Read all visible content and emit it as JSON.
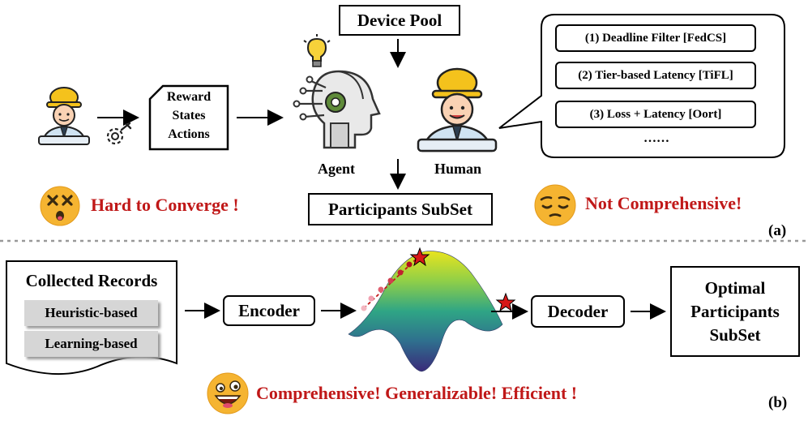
{
  "part_a": {
    "device_pool": "Device Pool",
    "reward_states_actions": [
      "Reward",
      "States",
      "Actions"
    ],
    "agent_label": "Agent",
    "human_label": "Human",
    "participants_subset": "Participants SubSet",
    "methods": [
      "(1)  Deadline Filter [FedCS]",
      "(2)  Tier-based Latency [TiFL]",
      "(3)  Loss + Latency [Oort]"
    ],
    "methods_more": "……",
    "hard_to_converge": "Hard to Converge !",
    "not_comprehensive": "Not Comprehensive!",
    "panel_label": "(a)"
  },
  "part_b": {
    "collected_records": "Collected Records",
    "heuristic_based": "Heuristic-based",
    "learning_based": "Learning-based",
    "encoder": "Encoder",
    "decoder": "Decoder",
    "optimal_subset": [
      "Optimal",
      "Participants",
      "SubSet"
    ],
    "slogan": "Comprehensive! Generalizable! Efficient !",
    "panel_label": "(b)"
  },
  "colors": {
    "accent_red": "#c01818",
    "emoji_yellow": "#f5b431",
    "helmet_yellow": "#f4c21c"
  }
}
